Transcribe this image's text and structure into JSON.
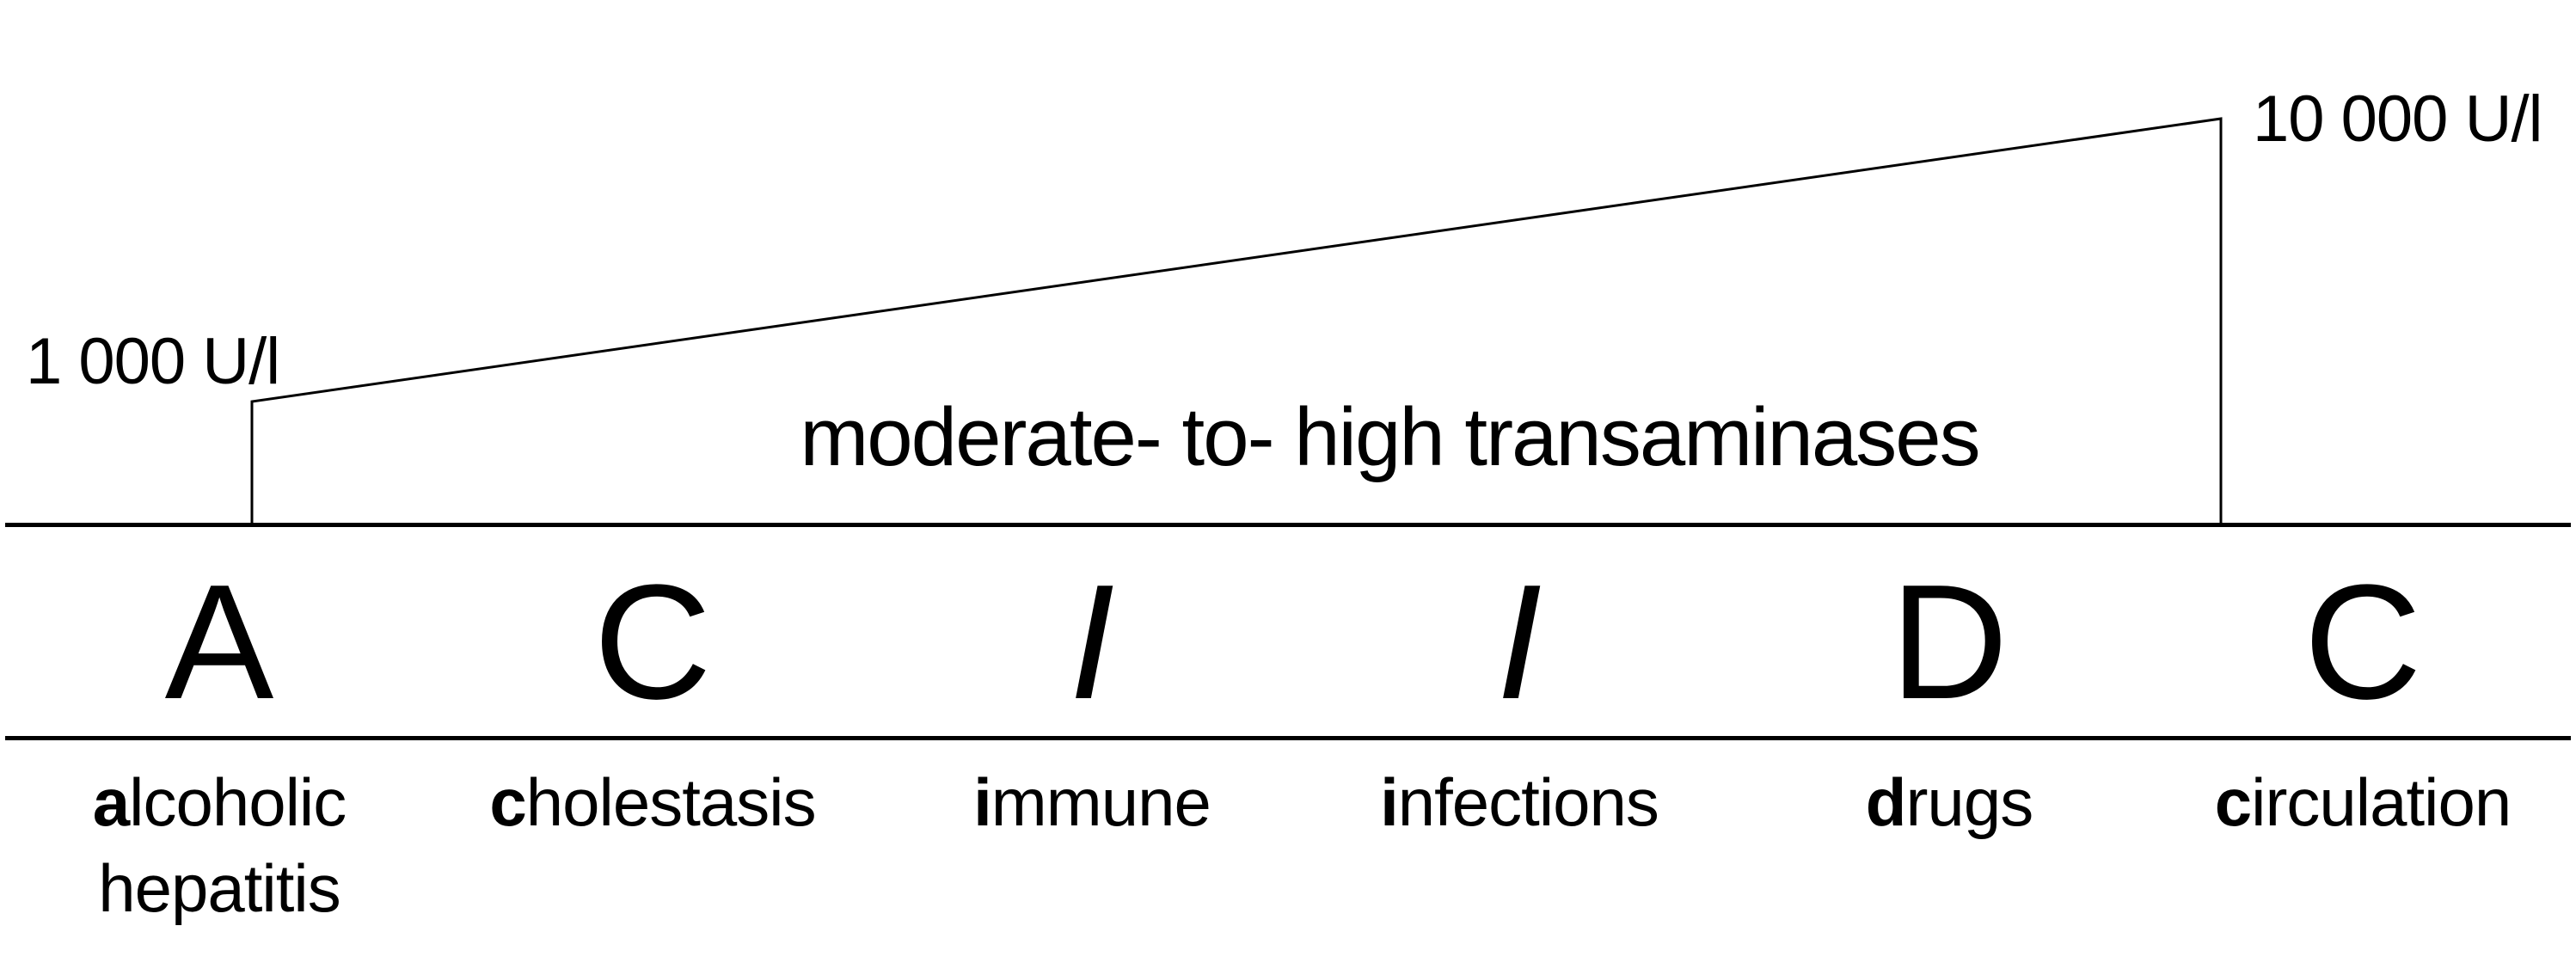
{
  "figure": {
    "background": "#ffffff",
    "ink": "#000000",
    "scale": {
      "left_value": "1 000 U/l",
      "right_value": "10 000 U/l"
    },
    "band_label": "moderate- to- high transaminases",
    "columns": [
      {
        "letter": "A",
        "label_first": "a",
        "label_rest": "lcoholic",
        "label_line2": "hepatitis"
      },
      {
        "letter": "C",
        "label_first": "c",
        "label_rest": "holestasis"
      },
      {
        "letter": "I",
        "label_first": "i",
        "label_rest": "mmune"
      },
      {
        "letter": "I",
        "label_first": "i",
        "label_rest": "nfections"
      },
      {
        "letter": "D",
        "label_first": "d",
        "label_rest": "rugs"
      },
      {
        "letter": "C",
        "label_first": "c",
        "label_rest": "irculation"
      }
    ]
  }
}
